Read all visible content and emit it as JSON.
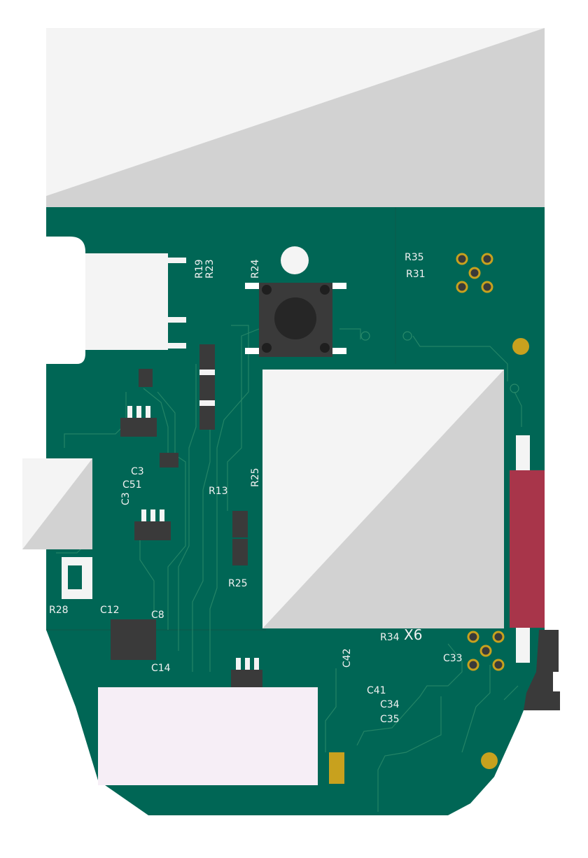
{
  "colors": {
    "board": "#006655",
    "trace": "#2a8a6a",
    "silkscreen": "#f2f2f2",
    "pad_gold": "#c8a11e",
    "component_dark": "#3a3a3a",
    "shield_light": "#f4f4f4",
    "shield_shade": "#cfcfcf",
    "connector_red": "#a8354a",
    "label_sticker": "#f6eef6"
  },
  "labels": {
    "r19": "R19",
    "r23": "R23",
    "r24": "R24",
    "r35": "R35",
    "r31": "R31",
    "c3_a": "C3",
    "c51": "C51",
    "c3_b": "C3",
    "r13": "R13",
    "r25_a": "R25",
    "r25_b": "R25",
    "r28": "R28",
    "c12": "C12",
    "c8": "C8",
    "c14": "C14",
    "r34": "R34",
    "x6": "X6",
    "c42": "C42",
    "c33": "C33",
    "c41": "C41",
    "c34": "C34",
    "c35": "C35"
  }
}
